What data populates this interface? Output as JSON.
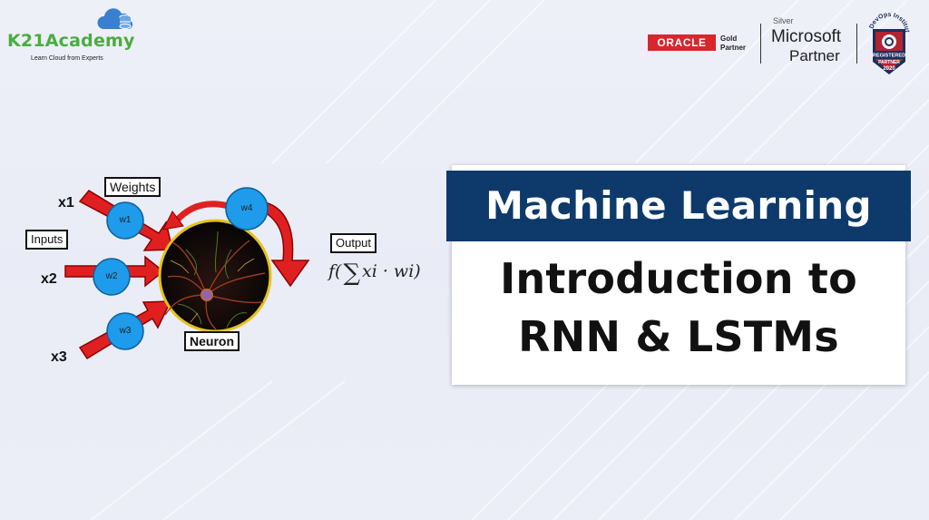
{
  "brand": {
    "name": "K21Academy",
    "tagline": "Learn Cloud from Experts",
    "color": "#49ad3e"
  },
  "partners": {
    "oracle": {
      "name": "ORACLE",
      "tier_line1": "Gold",
      "tier_line2": "Partner",
      "color": "#d8262c"
    },
    "microsoft": {
      "tier": "Silver",
      "name": "Microsoft",
      "role": "Partner"
    },
    "devops": {
      "arc_text": "DevOps Institute",
      "line1": "REGISTERED",
      "line2": "PARTNER",
      "year": "2020"
    }
  },
  "diagram": {
    "inputs": [
      "x1",
      "x2",
      "x3"
    ],
    "weights": [
      "w1",
      "w2",
      "w3",
      "w4"
    ],
    "weights_label": "Weights",
    "inputs_label": "Inputs",
    "output_label": "Output",
    "neuron_label": "Neuron",
    "formula": {
      "prefix": "f(",
      "sum": "∑",
      "body": "xi · wi)"
    }
  },
  "title": {
    "banner": "Machine Learning",
    "line1": "Introduction to",
    "line2": "RNN & LSTMs",
    "banner_color": "#0e3a6b"
  }
}
